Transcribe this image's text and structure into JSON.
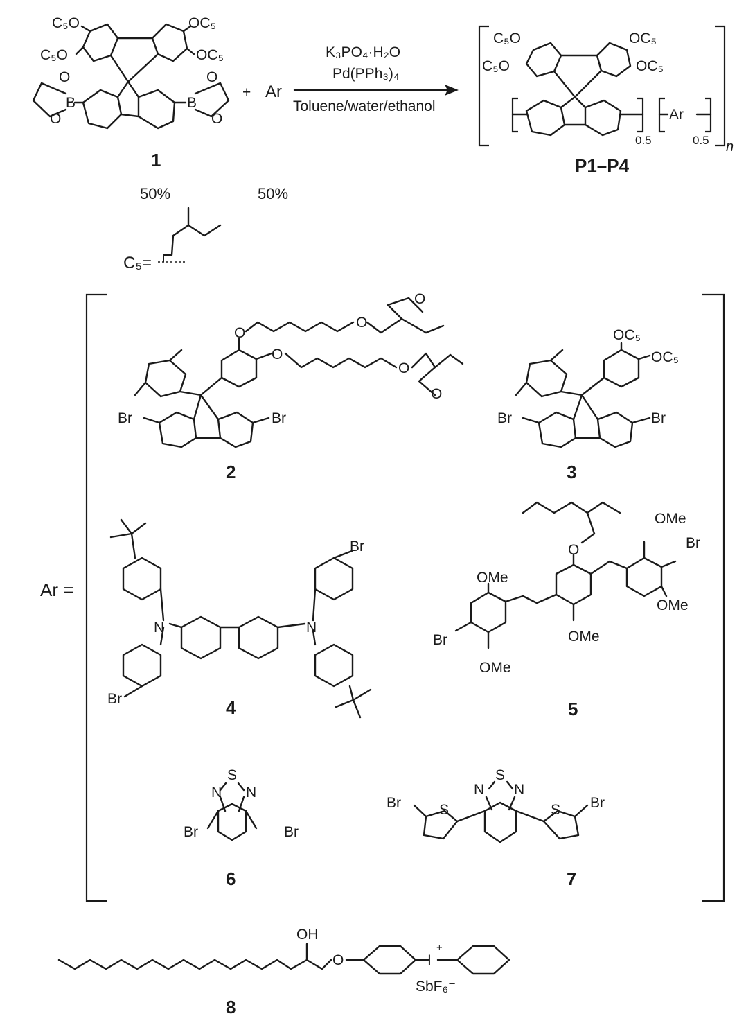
{
  "reaction": {
    "monomer_label": "1",
    "plus": "+",
    "ar": "Ar",
    "reagent_1": "K₃PO₄·H₂O",
    "reagent_2": "Pd(PPh₃)₄",
    "solvent": "Toluene/water/ethanol",
    "ratio_left": "50%",
    "ratio_right": "50%",
    "product_label": "P1–P4",
    "frac_1": "0.5",
    "frac_2": "0.5",
    "repeat": "n",
    "c5_def": "C₅="
  },
  "atoms": {
    "c5o": "C₅O",
    "oc5": "OC₅",
    "o": "O",
    "b": "B",
    "br": "Br",
    "n": "N",
    "s": "S",
    "ome": "OMe",
    "oh": "OH",
    "i": "I",
    "plus": "+",
    "sbf6": "SbF₆⁻"
  },
  "ar_panel": {
    "ar_equals": "Ar =",
    "compounds": [
      "2",
      "3",
      "4",
      "5",
      "6",
      "7"
    ]
  },
  "initiator_label": "8"
}
